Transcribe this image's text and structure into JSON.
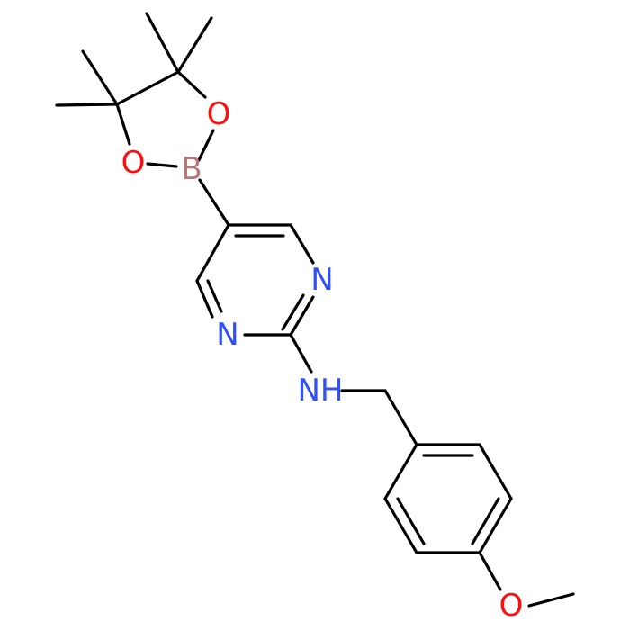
{
  "molecule": {
    "colors": {
      "bond": "#000000",
      "oxygen": "#ff0d0d",
      "nitrogen": "#3050f8",
      "boron": "#b5777a"
    },
    "atoms": {
      "o_ring_upper": "O",
      "o_ring_lower": "O",
      "boron": "B",
      "n_pyrimidine_upper": "N",
      "n_pyrimidine_lower": "N",
      "nh_amine": "NH",
      "o_methoxy": "O"
    }
  }
}
